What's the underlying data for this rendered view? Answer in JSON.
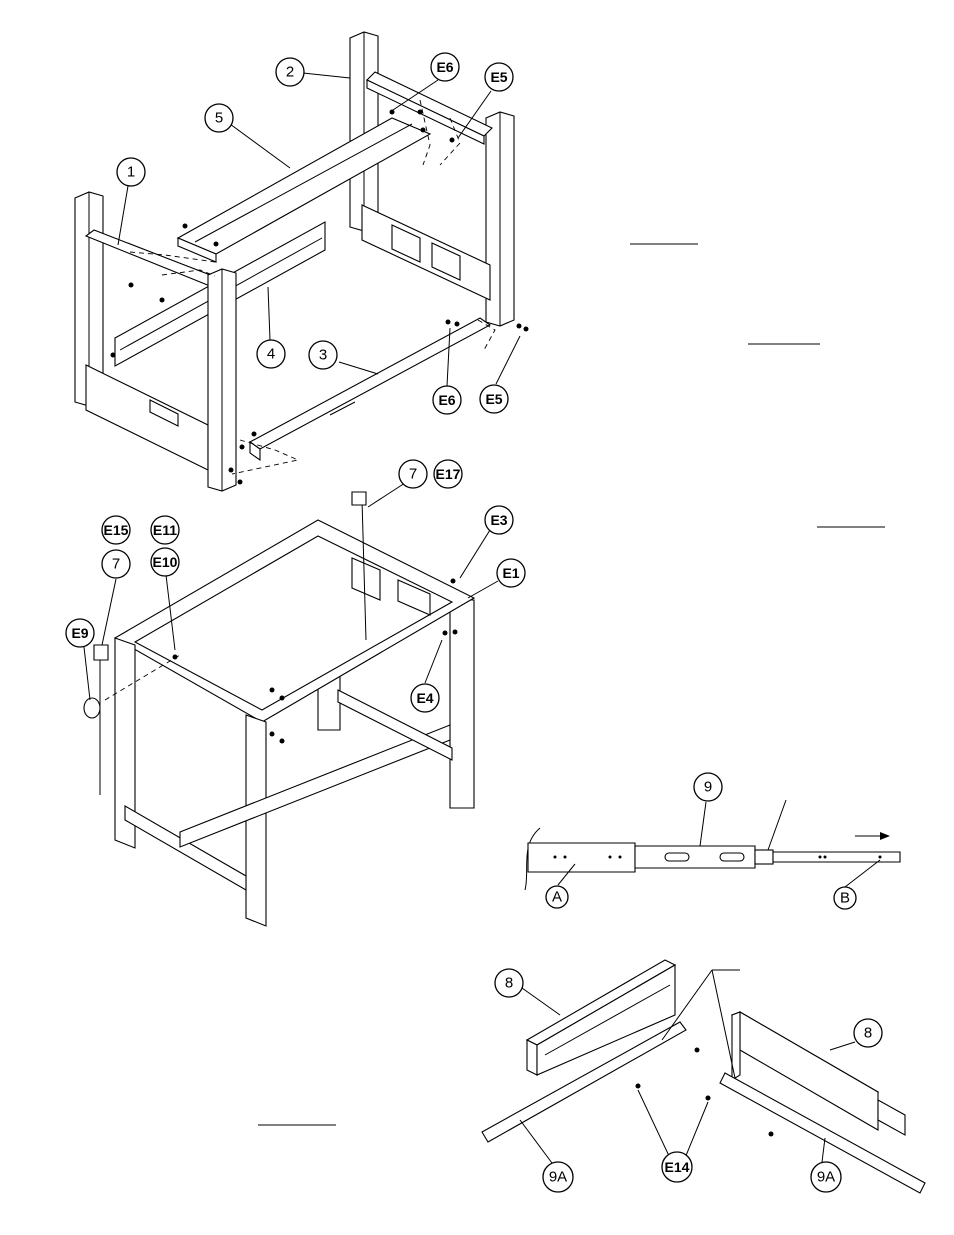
{
  "figure_1": {
    "callouts": {
      "c1": "1",
      "c2": "2",
      "c3": "3",
      "c4": "4",
      "c5": "5",
      "e6_top": "E6",
      "e5_top": "E5",
      "e6_bottom": "E6",
      "e5_bottom": "E5"
    }
  },
  "figure_2": {
    "callouts": {
      "c7_top": "7",
      "e17": "E17",
      "e3": "E3",
      "e1": "E1",
      "e4": "E4",
      "e15": "E15",
      "e11": "E11",
      "e10": "E10",
      "c7_left": "7",
      "e9": "E9"
    }
  },
  "figure_3": {
    "callouts": {
      "c9": "9",
      "a": "A",
      "b": "B"
    }
  },
  "figure_4": {
    "callouts": {
      "c8_left": "8",
      "c8_right": "8",
      "c9a_left": "9A",
      "c9a_right": "9A",
      "e14": "E14"
    }
  }
}
